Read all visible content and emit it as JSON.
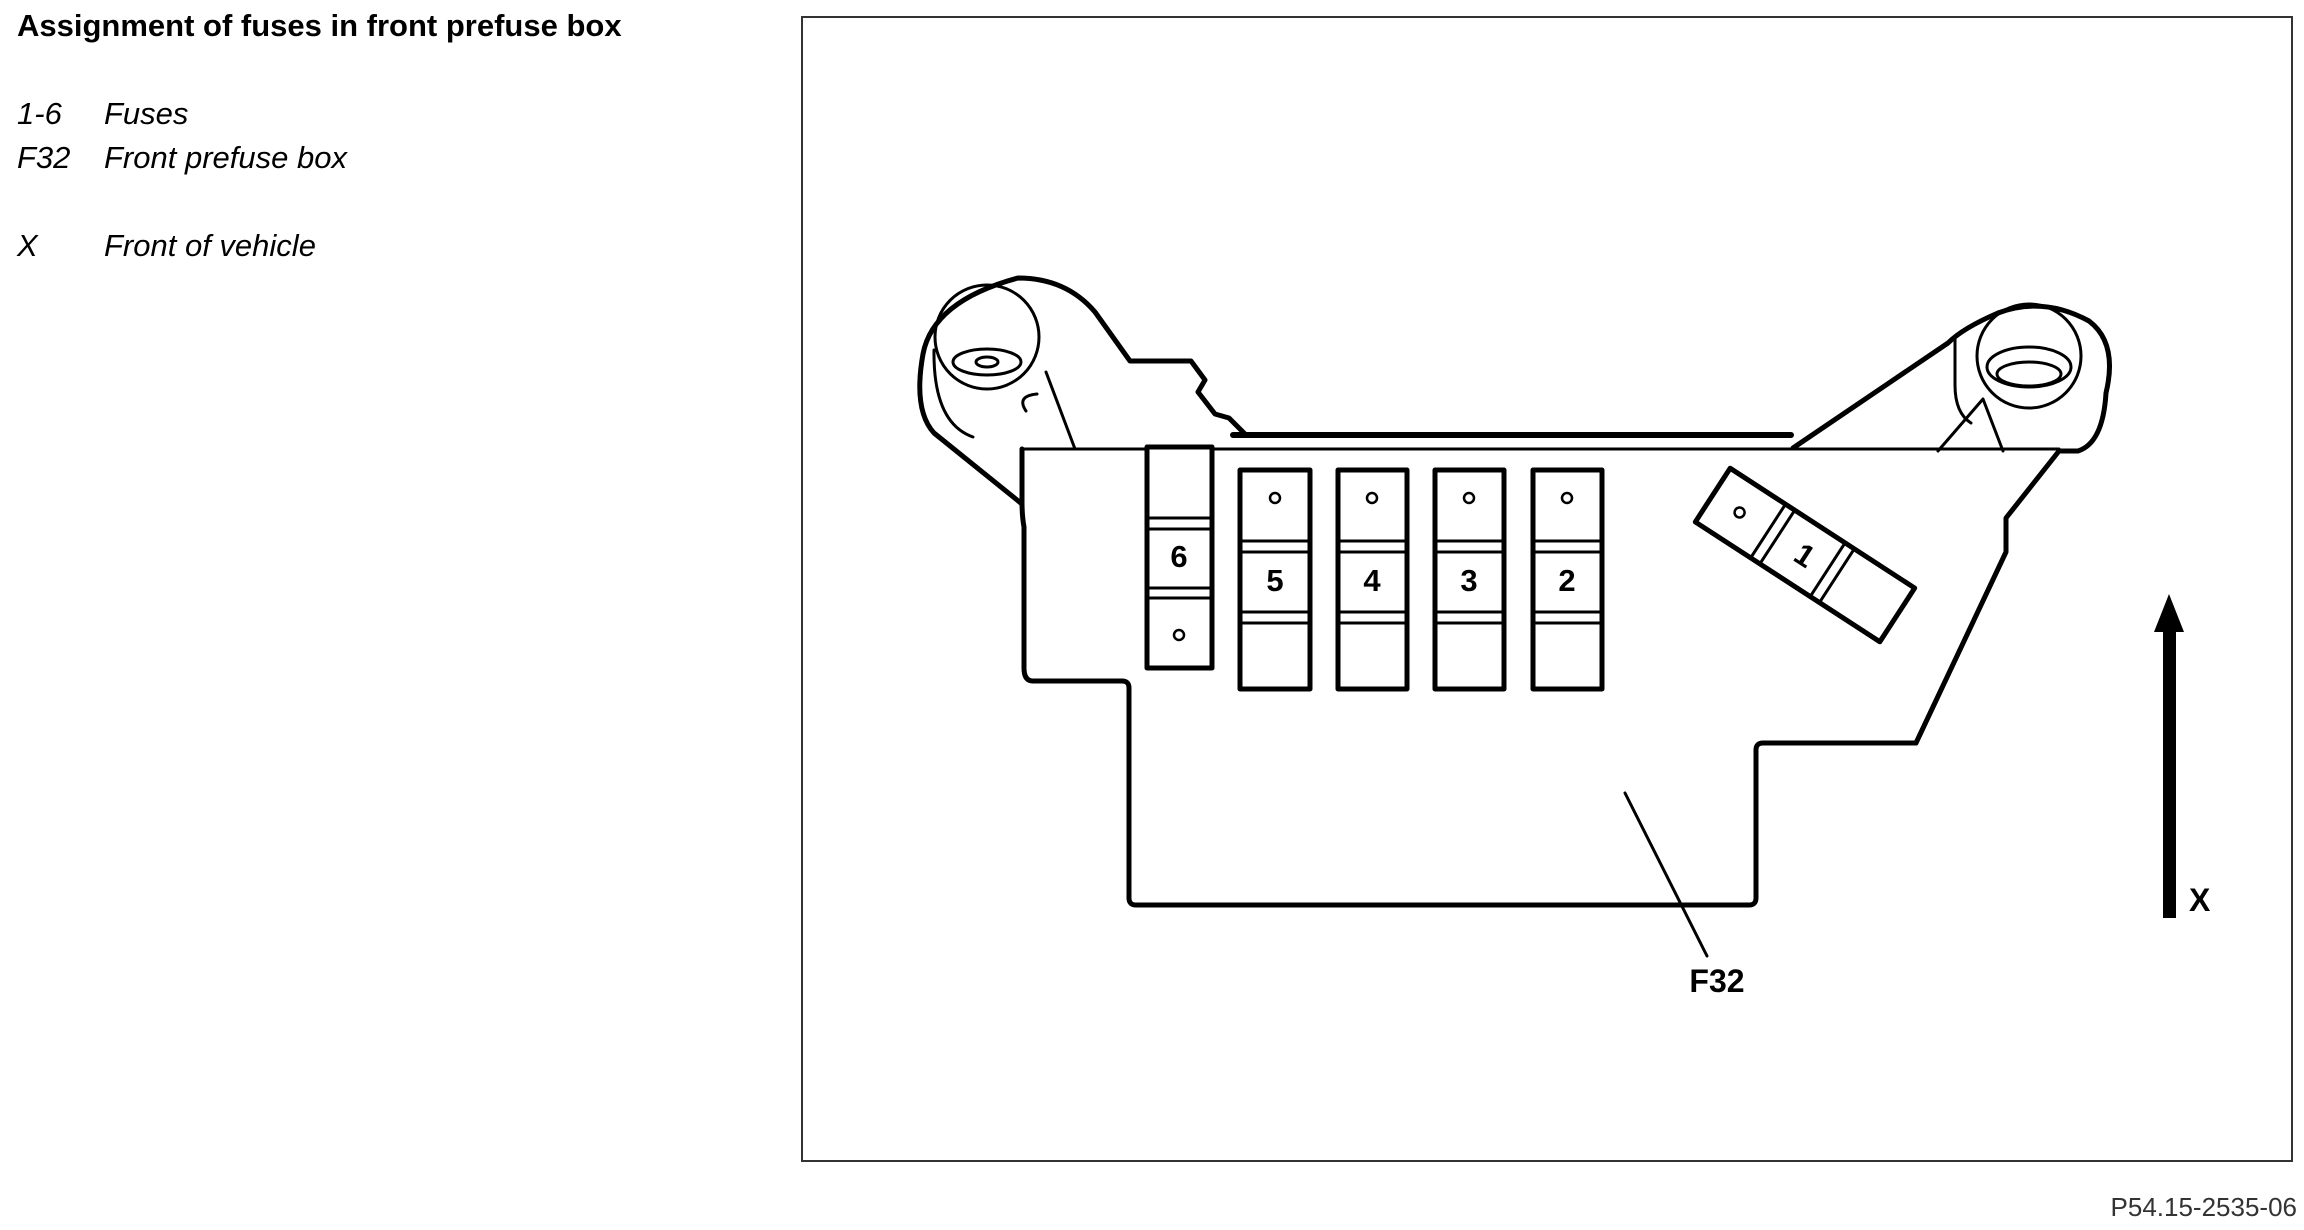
{
  "title": "Assignment of fuses in front prefuse box",
  "legend": [
    {
      "code": "1-6",
      "desc": "Fuses"
    },
    {
      "code": "F32",
      "desc": "Front prefuse box"
    },
    {
      "code": "X",
      "desc": "Front of vehicle"
    }
  ],
  "diagram": {
    "fuse_labels": [
      "6",
      "5",
      "4",
      "3",
      "2",
      "1"
    ],
    "component_label": "F32",
    "direction_label": "X"
  },
  "figure_ref": "P54.15-2535-06"
}
